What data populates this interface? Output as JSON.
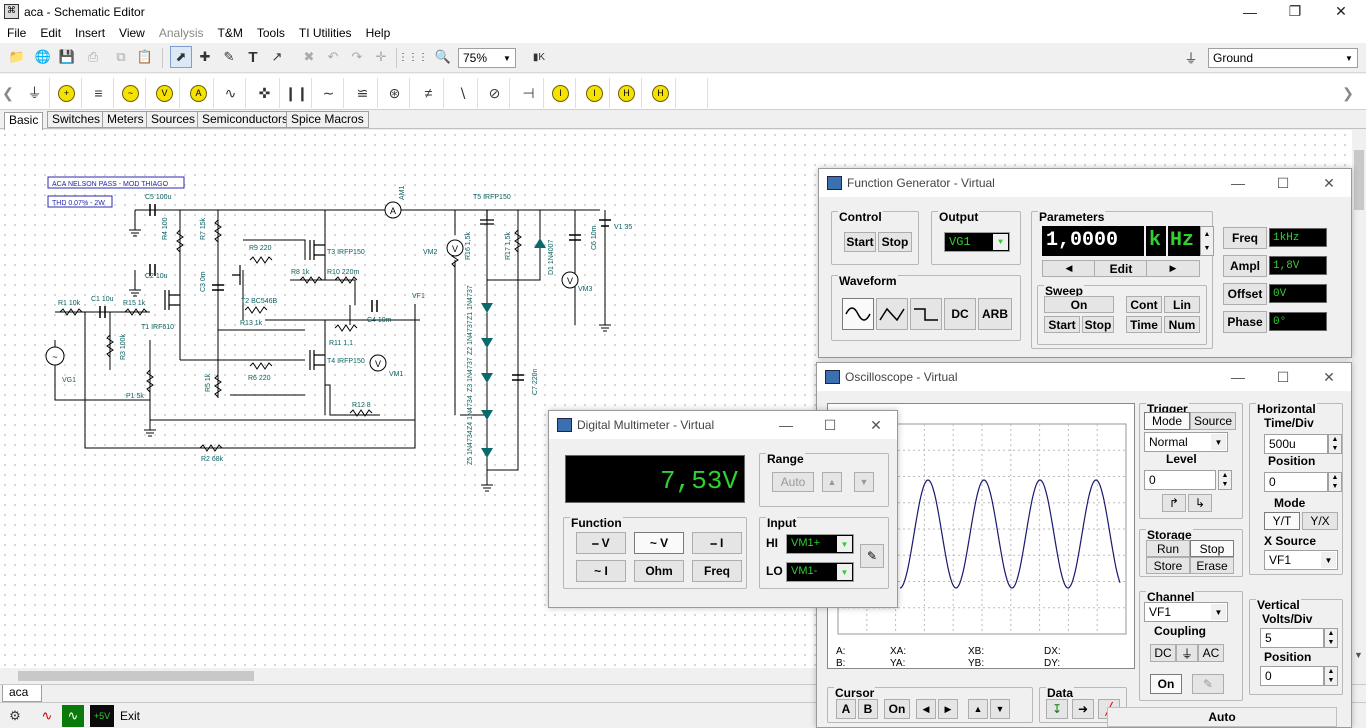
{
  "window": {
    "title": "aca - Schematic Editor"
  },
  "menu": [
    "File",
    "Edit",
    "Insert",
    "View",
    "Analysis",
    "T&M",
    "Tools",
    "TI Utilities",
    "Help"
  ],
  "menu_disabled": [
    "Analysis"
  ],
  "toolbar": {
    "zoom": "75%",
    "ground_combo": "Ground"
  },
  "component_tabs": [
    "Basic",
    "Switches",
    "Meters",
    "Sources",
    "Semiconductors",
    "Spice Macros"
  ],
  "component_tabs_active": "Basic",
  "schematic": {
    "title": "ACA NELSON PASS - MOD THIAGO",
    "subtitle": "THD 0.07% - 2W",
    "labels": [
      "C5 100u",
      "R4 100",
      "R7 15k",
      "R9 220",
      "T3 IRFP150",
      "C2 10u",
      "C3 0m",
      "R8 1k",
      "R10 220m",
      "T2 BC546B",
      "R15 1k",
      "R1 10k",
      "C1 10u",
      "T1 IRF610",
      "R13 1k",
      "C4 10m",
      "VF1",
      "R11 1,1",
      "R3 100k",
      "T4 IRFP150",
      "VM1",
      "R6 220",
      "R5 1k",
      "P1 5k",
      "VG1",
      "R12 8",
      "R2 68k",
      "AM1",
      "T5 IRFP150",
      "VM2",
      "R16 1,5k",
      "R17 1,5k",
      "D1 1N4007",
      "C6 10m",
      "V1 35",
      "VM3",
      "Z1 1N4737",
      "Z2 1N4737",
      "Z3 1N4737",
      "Z4 1N4734",
      "Z5 1N4734",
      "C7 220n"
    ]
  },
  "function_generator": {
    "title": "Function Generator - Virtual",
    "control": {
      "label": "Control",
      "start": "Start",
      "stop": "Stop"
    },
    "output": {
      "label": "Output",
      "value": "VG1"
    },
    "waveform": {
      "label": "Waveform",
      "dc": "DC",
      "arb": "ARB"
    },
    "parameters": {
      "label": "Parameters",
      "display_value": "1,0000",
      "prefix": "k",
      "unit": "Hz",
      "edit": "Edit"
    },
    "sweep": {
      "label": "Sweep",
      "on": "On",
      "cont": "Cont",
      "lin": "Lin",
      "start": "Start",
      "stop": "Stop",
      "time": "Time",
      "num": "Num"
    },
    "fields": [
      {
        "name": "Freq",
        "value": "1kHz"
      },
      {
        "name": "Ampl",
        "value": "1,8V"
      },
      {
        "name": "Offset",
        "value": "0V"
      },
      {
        "name": "Phase",
        "value": "0°"
      }
    ]
  },
  "oscilloscope": {
    "title": "Oscilloscope - Virtual",
    "readouts": {
      "a": "A:",
      "b": "B:",
      "xa": "XA:",
      "ya": "YA:",
      "xb": "XB:",
      "yb": "YB:",
      "dx": "DX:",
      "dy": "DY:"
    },
    "trigger": {
      "label": "Trigger",
      "mode": "Mode",
      "source": "Source",
      "mode_value": "Normal",
      "level_label": "Level",
      "level_value": "0"
    },
    "horizontal": {
      "label": "Horizontal",
      "time_div_label": "Time/Div",
      "time_div": "500u",
      "position_label": "Position",
      "position": "0",
      "mode_label": "Mode",
      "yt": "Y/T",
      "yx": "Y/X",
      "xsource_label": "X Source",
      "xsource": "VF1"
    },
    "storage": {
      "label": "Storage",
      "run": "Run",
      "stop": "Stop",
      "store": "Store",
      "erase": "Erase"
    },
    "channel": {
      "label": "Channel",
      "value": "VF1",
      "coupling_label": "Coupling",
      "dc": "DC",
      "ac": "AC",
      "on": "On"
    },
    "vertical": {
      "label": "Vertical",
      "volts_div_label": "Volts/Div",
      "volts_div": "5",
      "position_label": "Position",
      "position": "0"
    },
    "cursor": {
      "label": "Cursor",
      "a": "A",
      "b": "B",
      "on": "On"
    },
    "data": {
      "label": "Data"
    },
    "auto": "Auto",
    "trace_color": "#1a1a6e"
  },
  "multimeter": {
    "title": "Digital Multimeter - Virtual",
    "display": "7,53V",
    "range": {
      "label": "Range",
      "auto": "Auto"
    },
    "function": {
      "label": "Function",
      "dcv": "V",
      "acv": "V",
      "dci": "I",
      "aci": "I",
      "ohm": "Ohm",
      "freq": "Freq"
    },
    "input": {
      "label": "Input",
      "hi_label": "HI",
      "hi": "VM1+",
      "lo_label": "LO",
      "lo": "VM1-"
    }
  },
  "sheet_tab": "aca",
  "statusbar": {
    "exit": "Exit",
    "sym5v": "+5V"
  }
}
